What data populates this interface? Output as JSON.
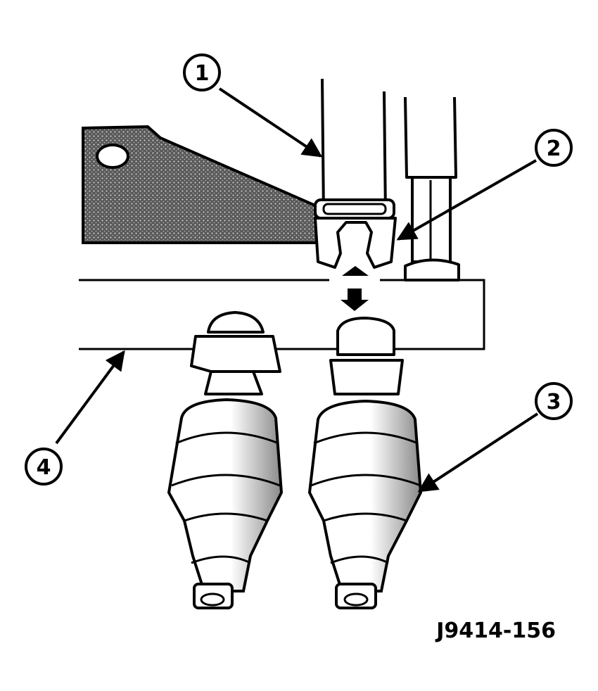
{
  "figure_id": "J9414-156",
  "callouts": [
    {
      "label": "1"
    },
    {
      "label": "2"
    },
    {
      "label": "3"
    },
    {
      "label": "4"
    }
  ],
  "colors": {
    "ink": "#000000",
    "paper": "#ffffff",
    "shade": "#6b6b6b"
  }
}
